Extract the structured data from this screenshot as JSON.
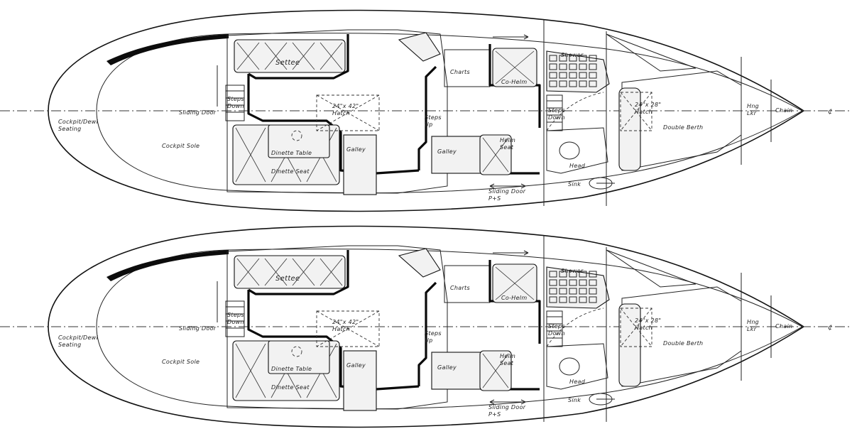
{
  "plans": [
    {
      "id": "upper",
      "labels": {
        "cockpit_dewl_seating": [
          "Cockpit/Dewl",
          "Seating"
        ],
        "cockpit_sole": "Cockpit Sole",
        "sliding_door": "Sliding Door",
        "steps_down": [
          "Steps",
          "Down"
        ],
        "settee": "Settee",
        "dinette_table": "Dinette Table",
        "dinette_seat": "Dinette Seat",
        "hatch_main": [
          "24\"x 42\"",
          "Hatch"
        ],
        "galley_port": "Galley",
        "steps_up": [
          "Steps",
          "Up"
        ],
        "galley_stbd": "Galley",
        "charts": "Charts",
        "co_helm": "Co-Helm",
        "helm_seat": [
          "Helm",
          "Seat"
        ],
        "sliding_door_pxs": [
          "Sliding Door",
          "P+S"
        ],
        "shower": "Shower",
        "steps_down_fwd": [
          "Steps",
          "Down"
        ],
        "hatch_fwd": [
          "24\"x 28\"",
          "Hatch"
        ],
        "double_berth": "Double Berth",
        "head": "Head",
        "sink": "Sink",
        "hng_lkr": [
          "Hng",
          "Lkr"
        ],
        "chain": "Chain",
        "centerline_mark": "¢"
      }
    },
    {
      "id": "lower",
      "labels": {
        "cockpit_dewl_seating": [
          "Cockpit/Dewl",
          "Seating"
        ],
        "cockpit_sole": "Cockpit Sole",
        "sliding_door": "Sliding Door",
        "steps_down": [
          "Steps",
          "Down"
        ],
        "settee": "Settee",
        "dinette_table": "Dinette Table",
        "dinette_seat": "Dinette Seat",
        "hatch_main": [
          "24\"x 42\"",
          "Hatch"
        ],
        "galley_port": "Galley",
        "steps_up": [
          "Steps",
          "Up"
        ],
        "galley_stbd": "Galley",
        "charts": "Charts",
        "co_helm": "Co-Helm",
        "helm_seat": [
          "Helm",
          "Seat"
        ],
        "sliding_door_pxs": [
          "Sliding Door",
          "P+S"
        ],
        "shower": "Shower",
        "steps_down_fwd": [
          "Steps",
          "Down"
        ],
        "hatch_fwd": [
          "24\"x 28\"",
          "Hatch"
        ],
        "double_berth": "Double Berth",
        "head": "Head",
        "sink": "Sink",
        "hng_lkr": [
          "Hng",
          "Lkr"
        ],
        "chain": "Chain",
        "centerline_mark": "¢"
      }
    }
  ]
}
